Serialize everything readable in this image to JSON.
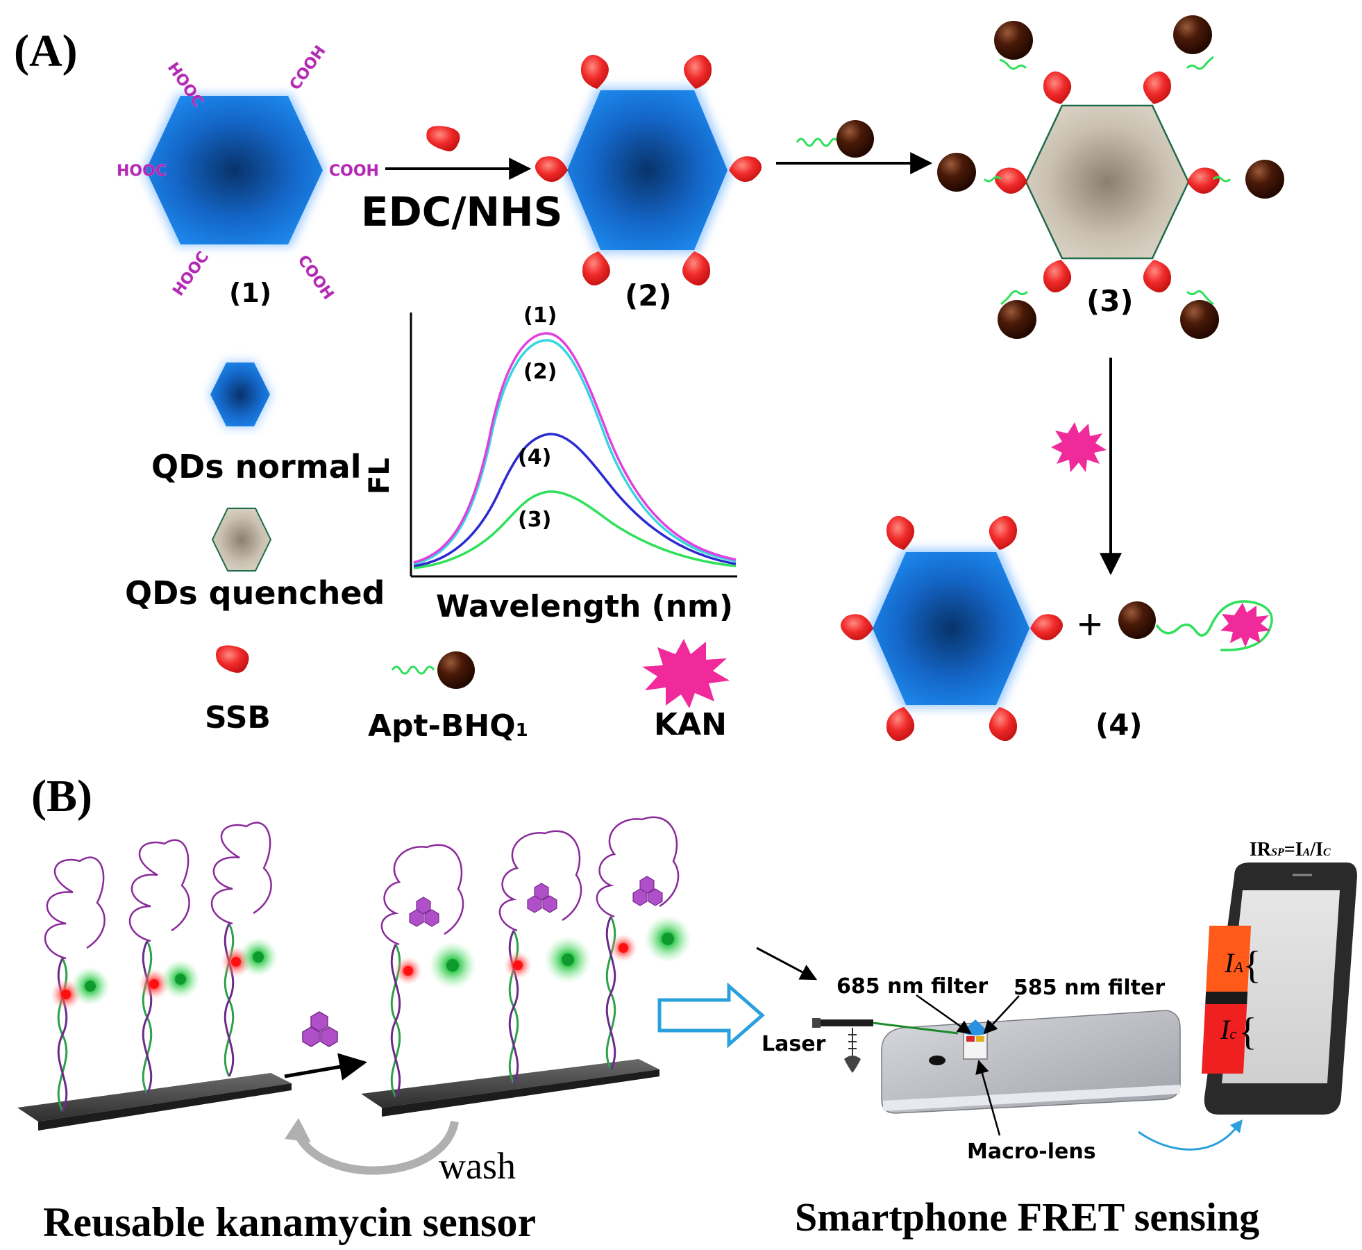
{
  "panel_a": {
    "label": "(A)",
    "step1_label": "(1)",
    "step2_label": "(2)",
    "step3_label": "(3)",
    "step4_label": "(4)",
    "reagent_label": "EDC/NHS",
    "cooh_labels": [
      "HOOC",
      "COOH",
      "HOOC",
      "COOH",
      "HOOC",
      "COOH"
    ],
    "plus": "+",
    "legend": {
      "qds_normal": "QDs normal",
      "qds_quenched": "QDs quenched",
      "ssb": "SSB",
      "apt_bhq": "Apt-BHQ",
      "apt_bhq_sub": "1",
      "kan": "KAN"
    },
    "spectrum": {
      "ylabel": "FL",
      "xlabel": "Wavelength (nm)",
      "curve_labels": [
        "(1)",
        "(2)",
        "(4)",
        "(3)"
      ],
      "colors": {
        "c1": "#e040e0",
        "c2": "#35d6e0",
        "c4": "#2a2ad0",
        "c3": "#2ee05a"
      }
    }
  },
  "panel_b": {
    "label": "(B)",
    "wash": "wash",
    "left_caption": "Reusable kanamycin sensor",
    "right_caption": "Smartphone FRET sensing",
    "filter1": "685 nm filter",
    "filter2": "585 nm filter",
    "laser": "Laser",
    "macro_lens": "Macro-lens",
    "formula": {
      "ir": "IR",
      "sp": "SP",
      "eq": "=I",
      "a": "A",
      "slash": "/I",
      "c": "C"
    },
    "phone_ia": "I",
    "phone_ia_sub": "A",
    "phone_ic": "I",
    "phone_ic_sub": "c"
  },
  "colors": {
    "qd_blue": "#1a7fe6",
    "ssb_red": "#e8262a",
    "bhq_brown": "#4a1a08",
    "kan_pink": "#f02a9a",
    "arrow_blue": "#2aa0dc"
  }
}
